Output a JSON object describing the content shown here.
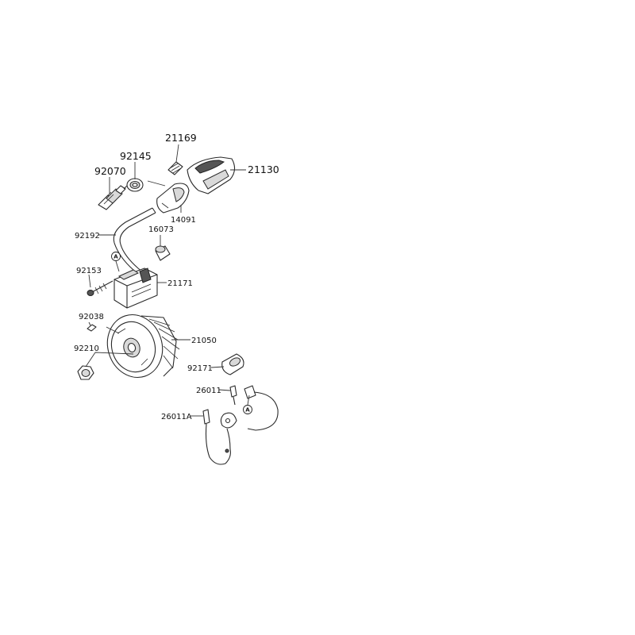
{
  "diagram": {
    "labels": {
      "p21169": "21169",
      "p92145": "92145",
      "p92070": "92070",
      "p21130": "21130",
      "p14091": "14091",
      "p92192": "92192",
      "p16073": "16073",
      "p92153": "92153",
      "p21171": "21171",
      "p92038": "92038",
      "p92210": "92210",
      "p21050": "21050",
      "p92171": "92171",
      "p26011": "26011",
      "p26011A": "26011A"
    },
    "ref_marker": "A"
  }
}
